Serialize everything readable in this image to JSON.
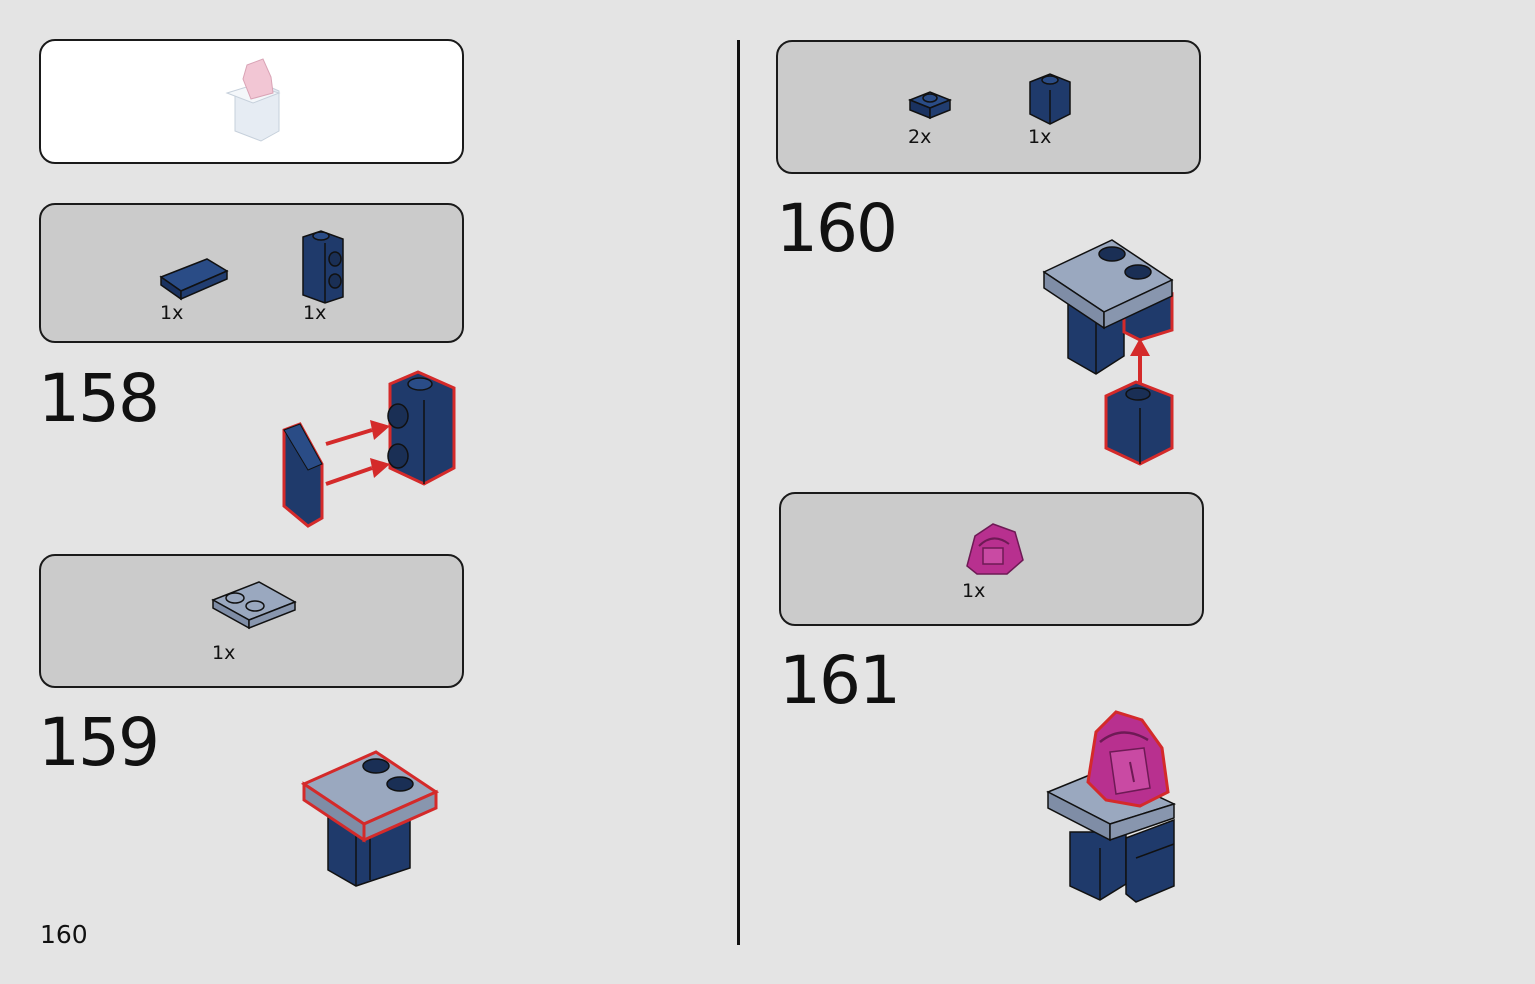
{
  "page": {
    "number": "160"
  },
  "left": {
    "parts_157": [
      {
        "qty": "1x",
        "part": "dark-blue-tile-1x2"
      },
      {
        "qty": "1x",
        "part": "dark-blue-brick-1x1-side-studs"
      }
    ],
    "step_158": {
      "number": "158"
    },
    "parts_158": [
      {
        "qty": "1x",
        "part": "sand-blue-plate-2x2"
      }
    ],
    "step_159": {
      "number": "159"
    }
  },
  "right": {
    "parts_160": [
      {
        "qty": "2x",
        "part": "dark-blue-plate-1x1"
      },
      {
        "qty": "1x",
        "part": "dark-blue-brick-1x1"
      }
    ],
    "step_160": {
      "number": "160"
    },
    "parts_161": [
      {
        "qty": "1x",
        "part": "magenta-backpack"
      }
    ],
    "step_161": {
      "number": "161"
    }
  },
  "colors": {
    "dark_blue": "#1f3a6b",
    "sand_blue": "#9aa8bf",
    "magenta": "#b8308f",
    "highlight_red": "#d42a2a",
    "background": "#e4e4e4",
    "callout_grey": "#cbcbcb"
  }
}
